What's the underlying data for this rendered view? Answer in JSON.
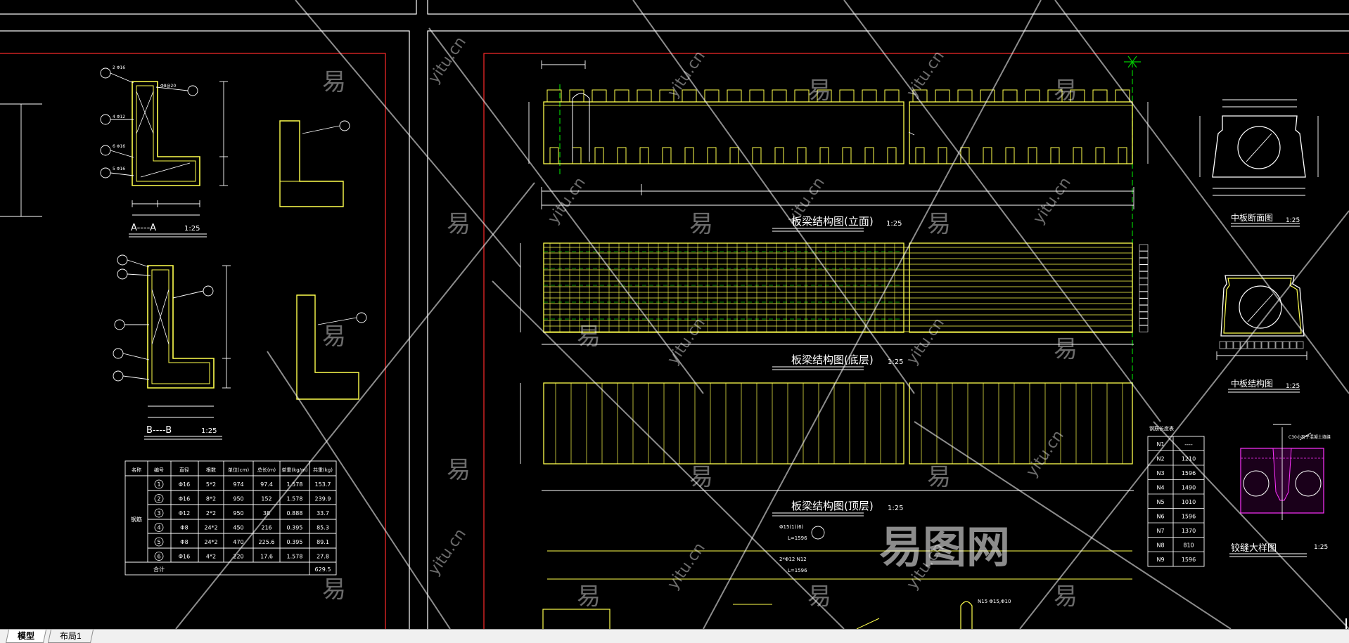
{
  "tabs": [
    {
      "label": "模型",
      "active": true
    },
    {
      "label": "布局1",
      "active": false
    }
  ],
  "watermark": {
    "big": "易图网",
    "char": "易",
    "diag": "yitu.cn"
  },
  "views": {
    "section_a": "A----A",
    "section_b": "B----B",
    "scale": "1:25",
    "elevation": "板梁结构图(立面)",
    "bottom_layer": "板梁结构图(底层)",
    "top_layer": "板梁结构图(顶层)",
    "mid_section": "中板断面图",
    "mid_detail": "中板结构图",
    "hinge": "铰缝大样图",
    "hinge_scale": "1:25"
  },
  "rebar_table": {
    "headers": [
      "名称",
      "编号",
      "直径",
      "根数",
      "单位(cm)",
      "总长(m)",
      "单重(kg/m)",
      "共重(kg)"
    ],
    "group": "钢筋",
    "rows": [
      [
        "1",
        "Φ16",
        "5*2",
        "974",
        "97.4",
        "1.578",
        "153.7"
      ],
      [
        "2",
        "Φ16",
        "8*2",
        "950",
        "152",
        "1.578",
        "239.9"
      ],
      [
        "3",
        "Φ12",
        "2*2",
        "950",
        "38",
        "0.888",
        "33.7"
      ],
      [
        "4",
        "Φ8",
        "24*2",
        "450",
        "216",
        "0.395",
        "85.3"
      ],
      [
        "5",
        "Φ8",
        "24*2",
        "470",
        "225.6",
        "0.395",
        "89.1"
      ],
      [
        "6",
        "Φ16",
        "4*2",
        "220",
        "17.6",
        "1.578",
        "27.8"
      ]
    ],
    "total_label": "合计",
    "total": "629.5"
  },
  "rebar_list": {
    "title": "钢筋长度表",
    "rows": [
      [
        "N1",
        "----"
      ],
      [
        "N2",
        "1210"
      ],
      [
        "N3",
        "1596"
      ],
      [
        "N4",
        "1490"
      ],
      [
        "N5",
        "1010"
      ],
      [
        "N6",
        "1596"
      ],
      [
        "N7",
        "1370"
      ],
      [
        "N8",
        "810"
      ],
      [
        "N9",
        "1596"
      ]
    ]
  },
  "annotations": {
    "b_label": "Φ15(1)(6)",
    "b_len": "L=1596",
    "c_label": "2*Φ12 N12",
    "c_len": "L=1596",
    "n15": "N15 Φ15,Φ10",
    "hinge_note": "C30小石子混凝土填缝"
  }
}
